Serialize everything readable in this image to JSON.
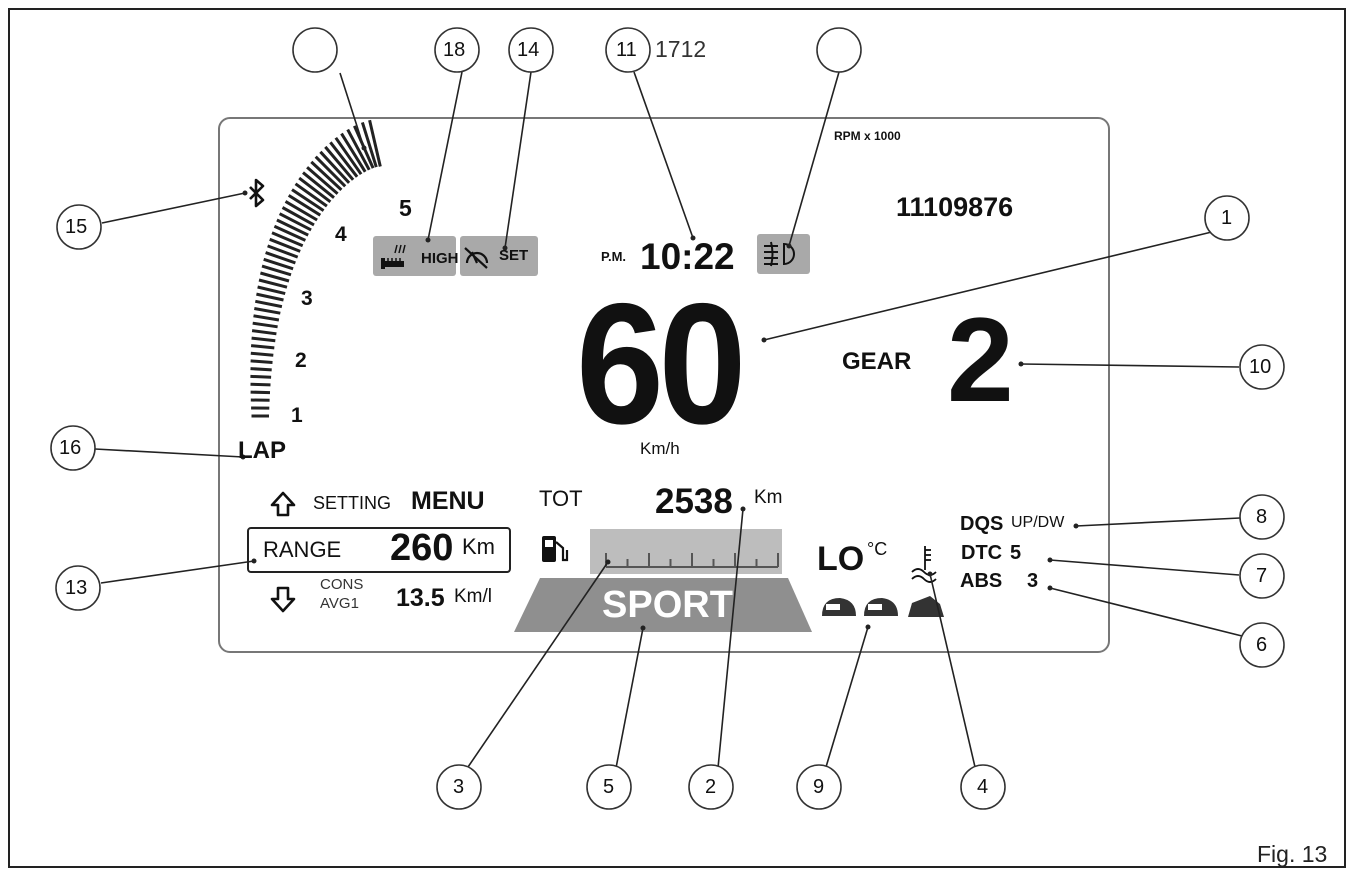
{
  "figure_label": "Fig. 13",
  "display": {
    "rpm_unit": "RPM x 1000",
    "odometer_code": "11109876",
    "tach_scale": [
      "1",
      "2",
      "3",
      "4",
      "5"
    ],
    "high_label": "HIGH",
    "cruise_label": "SET",
    "clock": {
      "ampm": "P.M.",
      "time": "10:22"
    },
    "speed": "60",
    "speed_unit": "Km/h",
    "gear_label": "GEAR",
    "gear_value": "2",
    "lap_label": "LAP",
    "menu": {
      "setting": "SETTING",
      "menu": "MENU"
    },
    "range": {
      "label": "RANGE",
      "value": "260",
      "unit": "Km"
    },
    "consumption": {
      "label_line1": "CONS",
      "label_line2": "AVG1",
      "value": "13.5",
      "unit": "Km/l"
    },
    "total": {
      "label": "TOT",
      "value": "2538",
      "unit": "Km"
    },
    "mode": "SPORT",
    "temperature": {
      "value": "LO",
      "unit": "°C"
    },
    "dqs": {
      "label": "DQS",
      "value": "UP/DW"
    },
    "dtc": {
      "label": "DTC",
      "value": "5"
    },
    "abs": {
      "label": "ABS",
      "value": "3"
    }
  },
  "callouts": {
    "c1": "1",
    "c2": "2",
    "c3": "3",
    "c4": "4",
    "c5": "5",
    "c6": "6",
    "c7": "7",
    "c8": "8",
    "c9": "9",
    "c10": "10",
    "c11": "11",
    "c11_note": "1712",
    "c13": "13",
    "c14": "14",
    "c15": "15",
    "c16": "16",
    "c18": "18",
    "blank_left": "",
    "blank_right": ""
  },
  "colors": {
    "indicator_gray": "#a9a9a9",
    "line": "#222222"
  }
}
